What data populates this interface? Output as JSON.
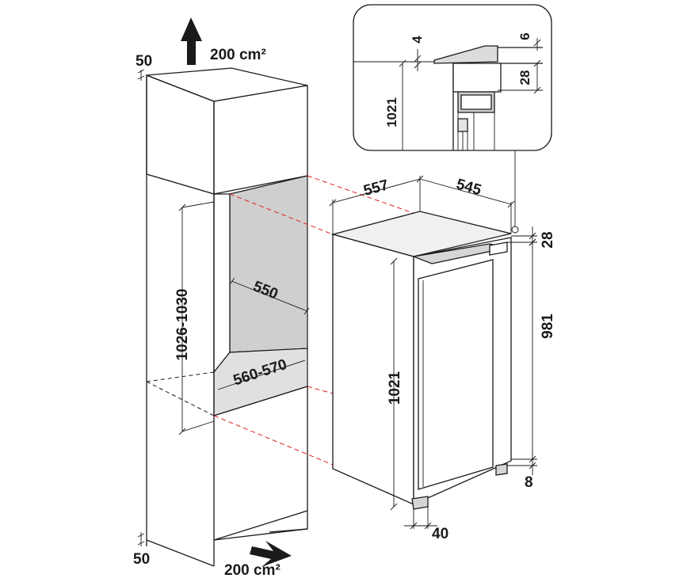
{
  "ventilation": {
    "top_area": "200 cm²",
    "bottom_area": "200 cm²"
  },
  "cabinet": {
    "top_gap": "50",
    "bottom_gap": "50",
    "niche_height": "1026-1030",
    "niche_depth": "550",
    "niche_width": "560-570"
  },
  "appliance": {
    "width": "557",
    "depth": "545",
    "top_clearance": "28",
    "height_body": "981",
    "height_total": "1021",
    "foot_height": "8",
    "foot_depth": "40"
  },
  "detail": {
    "gap_top": "4",
    "gap_right": "6",
    "hinge_height": "28",
    "height": "1021"
  }
}
